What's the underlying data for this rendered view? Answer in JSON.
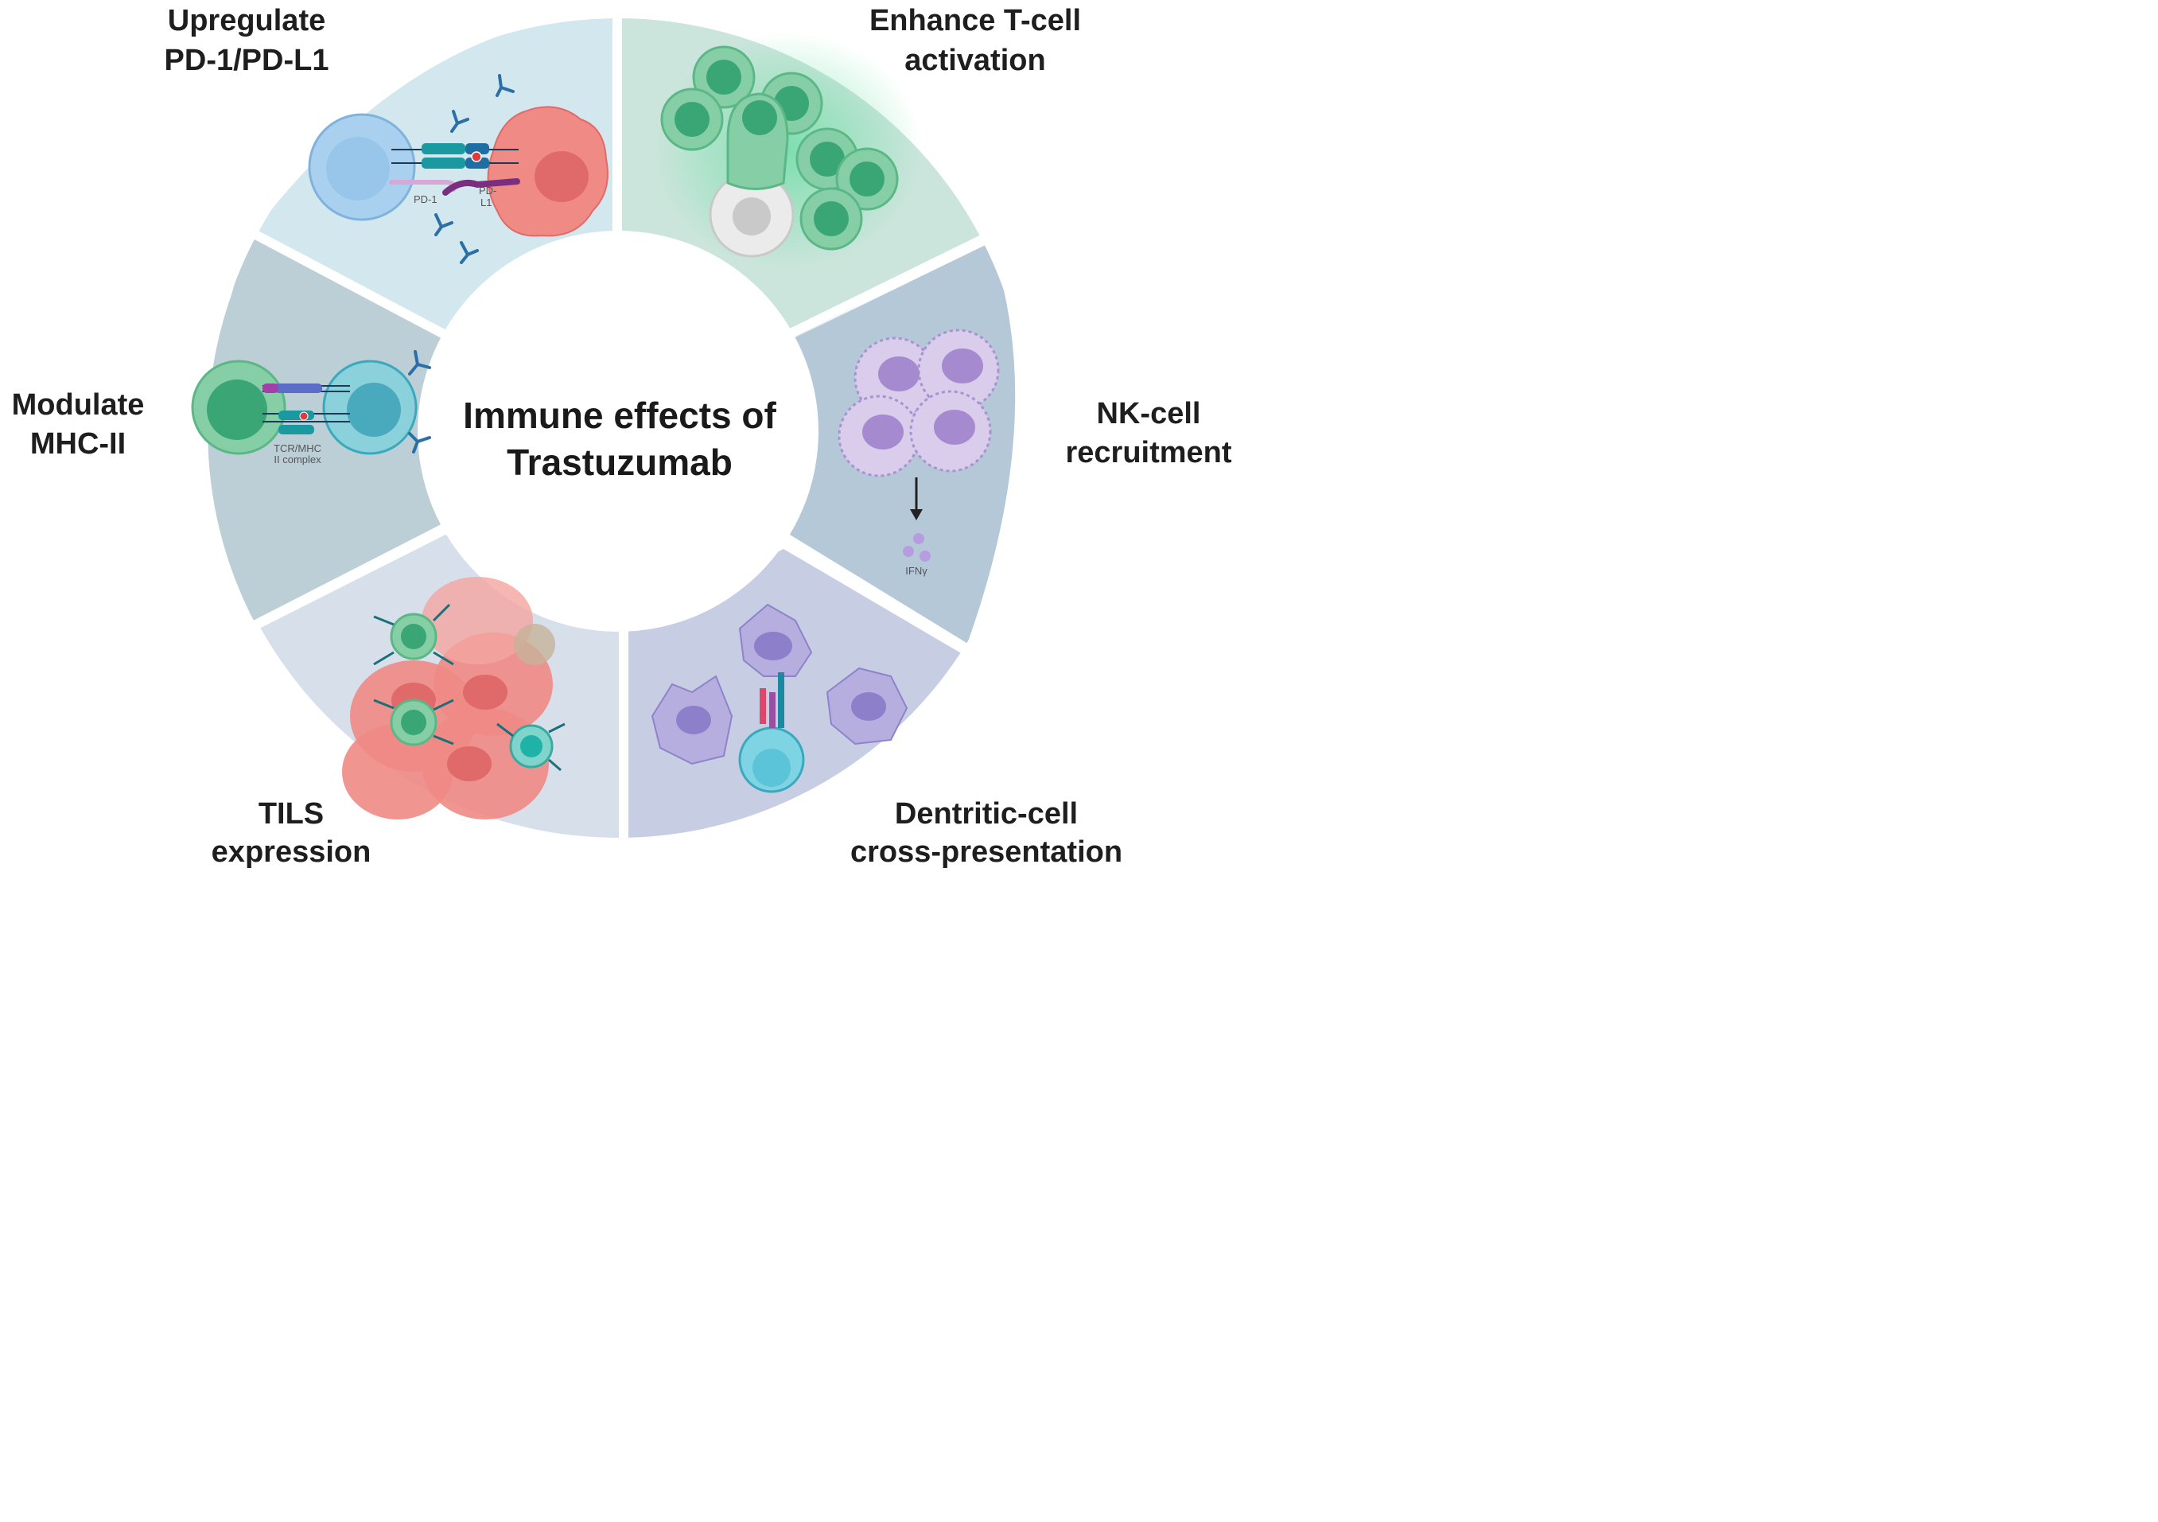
{
  "center": {
    "line1": "Immune effects of",
    "line2": "Trastuzumab"
  },
  "segments": [
    {
      "id": "pd1",
      "title_lines": [
        "Upregulate",
        "PD-1/PD-L1"
      ],
      "color": "#d3e8ee"
    },
    {
      "id": "tcell",
      "title_lines": [
        "Enhance T-cell",
        "activation"
      ],
      "color": "#cce5dc"
    },
    {
      "id": "nk",
      "title_lines": [
        "NK-cell",
        "recruitment"
      ],
      "color": "#b5c8d8"
    },
    {
      "id": "dc",
      "title_lines": [
        "Dentritic-cell",
        "cross-presentation"
      ],
      "color": "#c7cde2"
    },
    {
      "id": "tils",
      "title_lines": [
        "TILS",
        "expression"
      ],
      "color": "#d7e0ea"
    },
    {
      "id": "mhc",
      "title_lines": [
        "Modulate",
        "MHC-II"
      ],
      "color": "#bccfd6"
    }
  ],
  "labels": {
    "pd1": "PD-1",
    "pdl1_line1": "PD-",
    "pdl1_line2": "L1",
    "tcr_line1": "TCR/MHC",
    "tcr_line2": "II complex",
    "ifng": "IFNγ"
  },
  "colors": {
    "tumor": "#f08a85",
    "tumor_nucleus": "#e06a6a",
    "tcell_green": "#86cfa6",
    "tcell_nucleus": "#3aa676",
    "blue_cell": "#a9d1ef",
    "nk_purple": "#cdbde6",
    "dc_purple": "#b7aee0",
    "antibody": "#2b6fa8",
    "teal": "#1a9aa0"
  }
}
